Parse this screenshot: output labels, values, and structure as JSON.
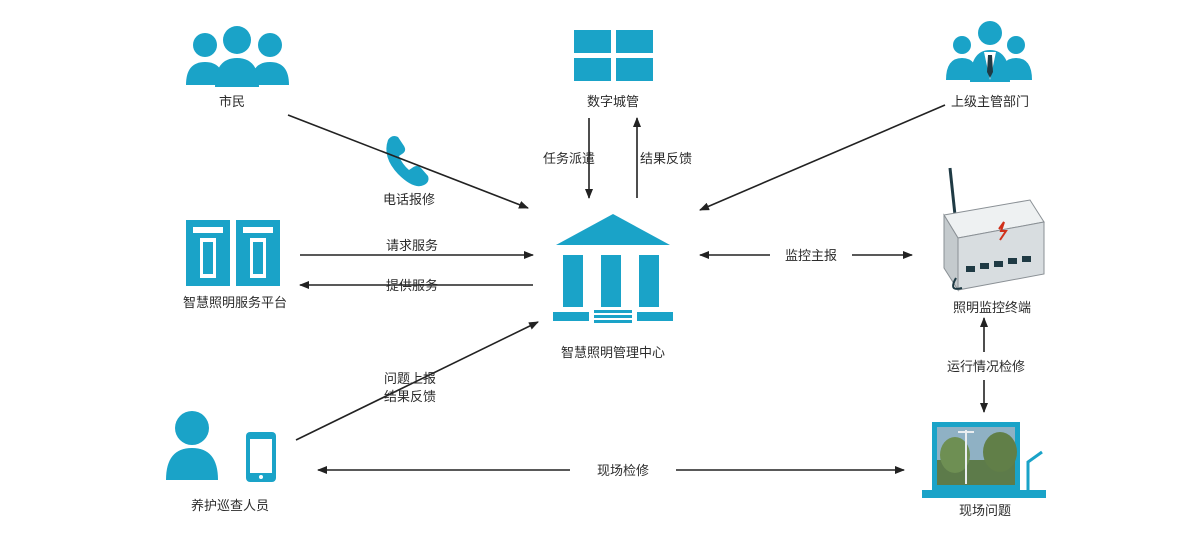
{
  "colors": {
    "accent": "#1aa3c8",
    "line": "#222222",
    "dark": "#1f3a44",
    "device": "#d8dde0"
  },
  "nodes": {
    "citizen": "市民",
    "digital_city": "数字城管",
    "superior": "上级主管部门",
    "platform": "智慧照明服务平台",
    "center": "智慧照明管理中心",
    "terminal": "照明监控终端",
    "patrol": "养护巡查人员",
    "site": "现场问题"
  },
  "edges": {
    "phone_report": "电话报修",
    "task_dispatch": "任务派遣",
    "result_feedback_top": "结果反馈",
    "request_service": "请求服务",
    "provide_service": "提供服务",
    "monitor_report": "监控主报",
    "issue_report": "问题上报",
    "result_feedback_bottom": "结果反馈",
    "operation_repair": "运行情况检修",
    "onsite_repair": "现场检修"
  },
  "icons": [
    "people-group-icon",
    "grid-window-icon",
    "business-people-icon",
    "phone-icon",
    "server-icon",
    "building-icon",
    "monitor-box-icon",
    "person-icon",
    "smartphone-icon",
    "site-photo-icon"
  ]
}
